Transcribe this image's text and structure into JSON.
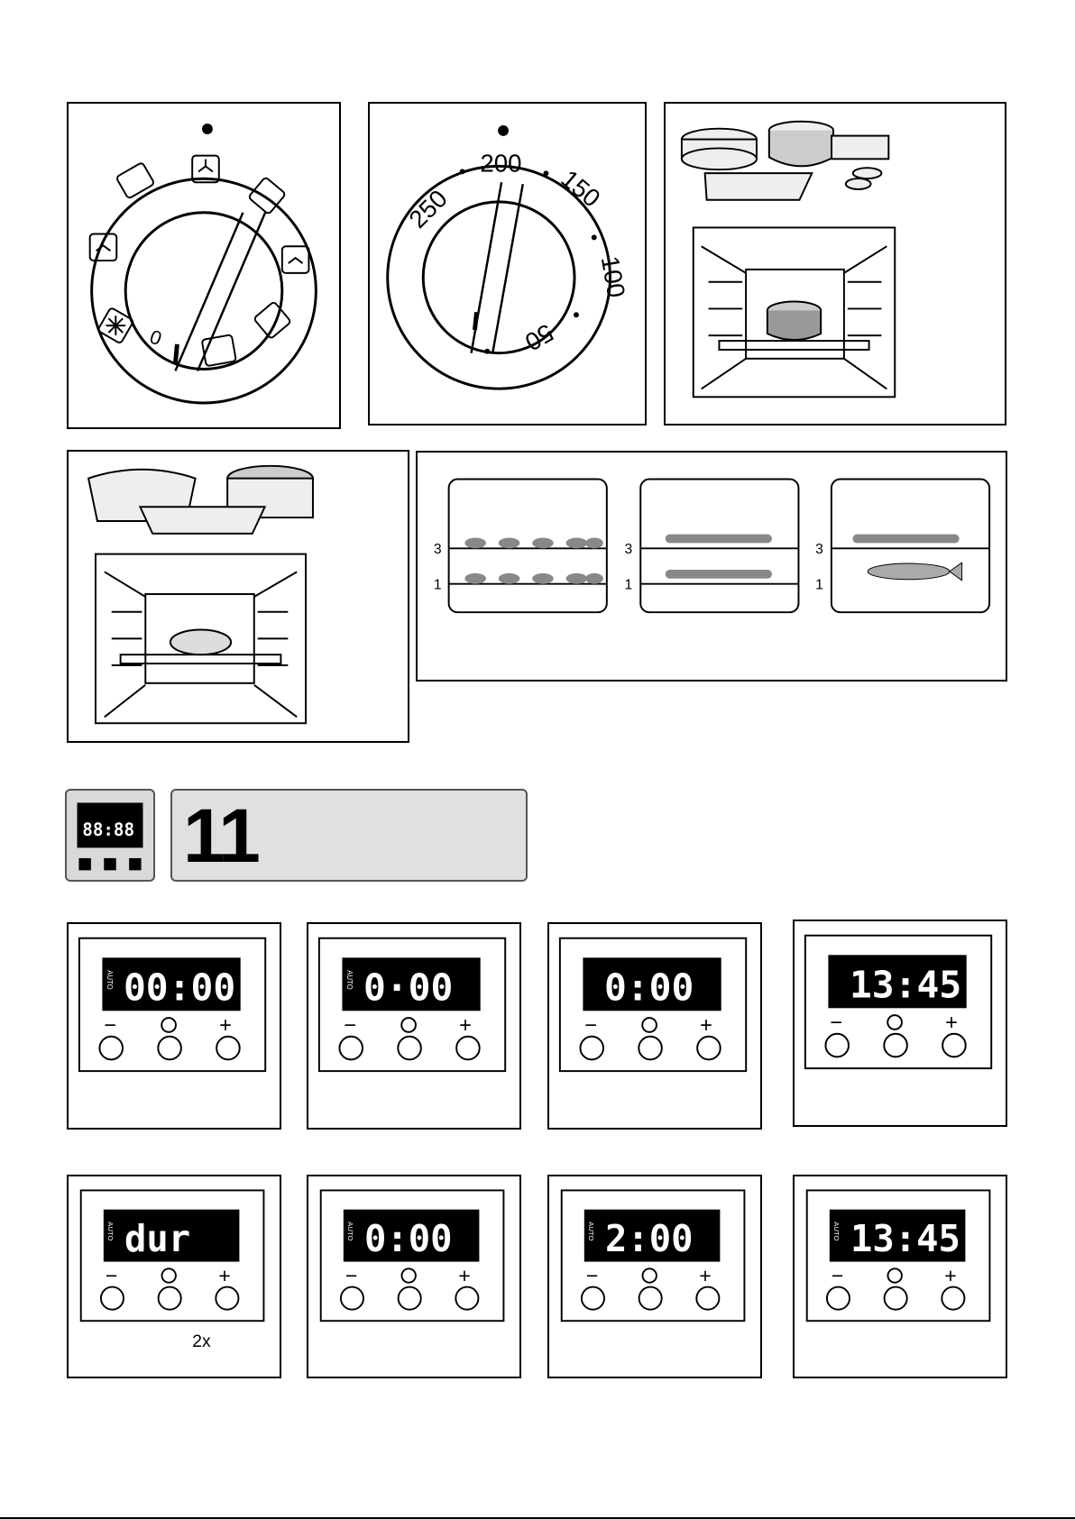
{
  "temperature_dial": {
    "labels": [
      "250",
      "200",
      "150",
      "100",
      "50"
    ]
  },
  "function_dial": {
    "zero_label": "0"
  },
  "shelf_diagram": {
    "shelf_labels": [
      "3",
      "1",
      "3",
      "1",
      "3",
      "1"
    ]
  },
  "section": {
    "number": "11",
    "mini_display": "88:88"
  },
  "timer_steps": [
    {
      "display": "00:00",
      "auto": "AUTO"
    },
    {
      "display": "0·00",
      "auto": "AUTO"
    },
    {
      "display": "0:00",
      "auto": ""
    },
    {
      "display": "13:45",
      "auto": ""
    },
    {
      "display": "dur",
      "auto": "AUTO",
      "press_count": "2x"
    },
    {
      "display": "0:00",
      "auto": "AUTO"
    },
    {
      "display": "2:00",
      "auto": "AUTO"
    },
    {
      "display": "13:45",
      "auto": "AUTO"
    }
  ],
  "buttons": {
    "minus": "−",
    "plus": "+"
  }
}
